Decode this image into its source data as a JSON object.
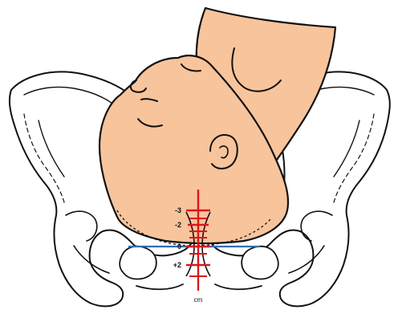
{
  "station_labels": [
    "-3",
    "-2",
    "0",
    "+2"
  ],
  "unit_label": "cm",
  "colors": {
    "skin": "#f8c49c",
    "skin_light": "#f9e1c0",
    "outline": "#111111",
    "scale": "#e0141c",
    "zero_line": "#2f6fb3",
    "bone": "#ffffff"
  }
}
